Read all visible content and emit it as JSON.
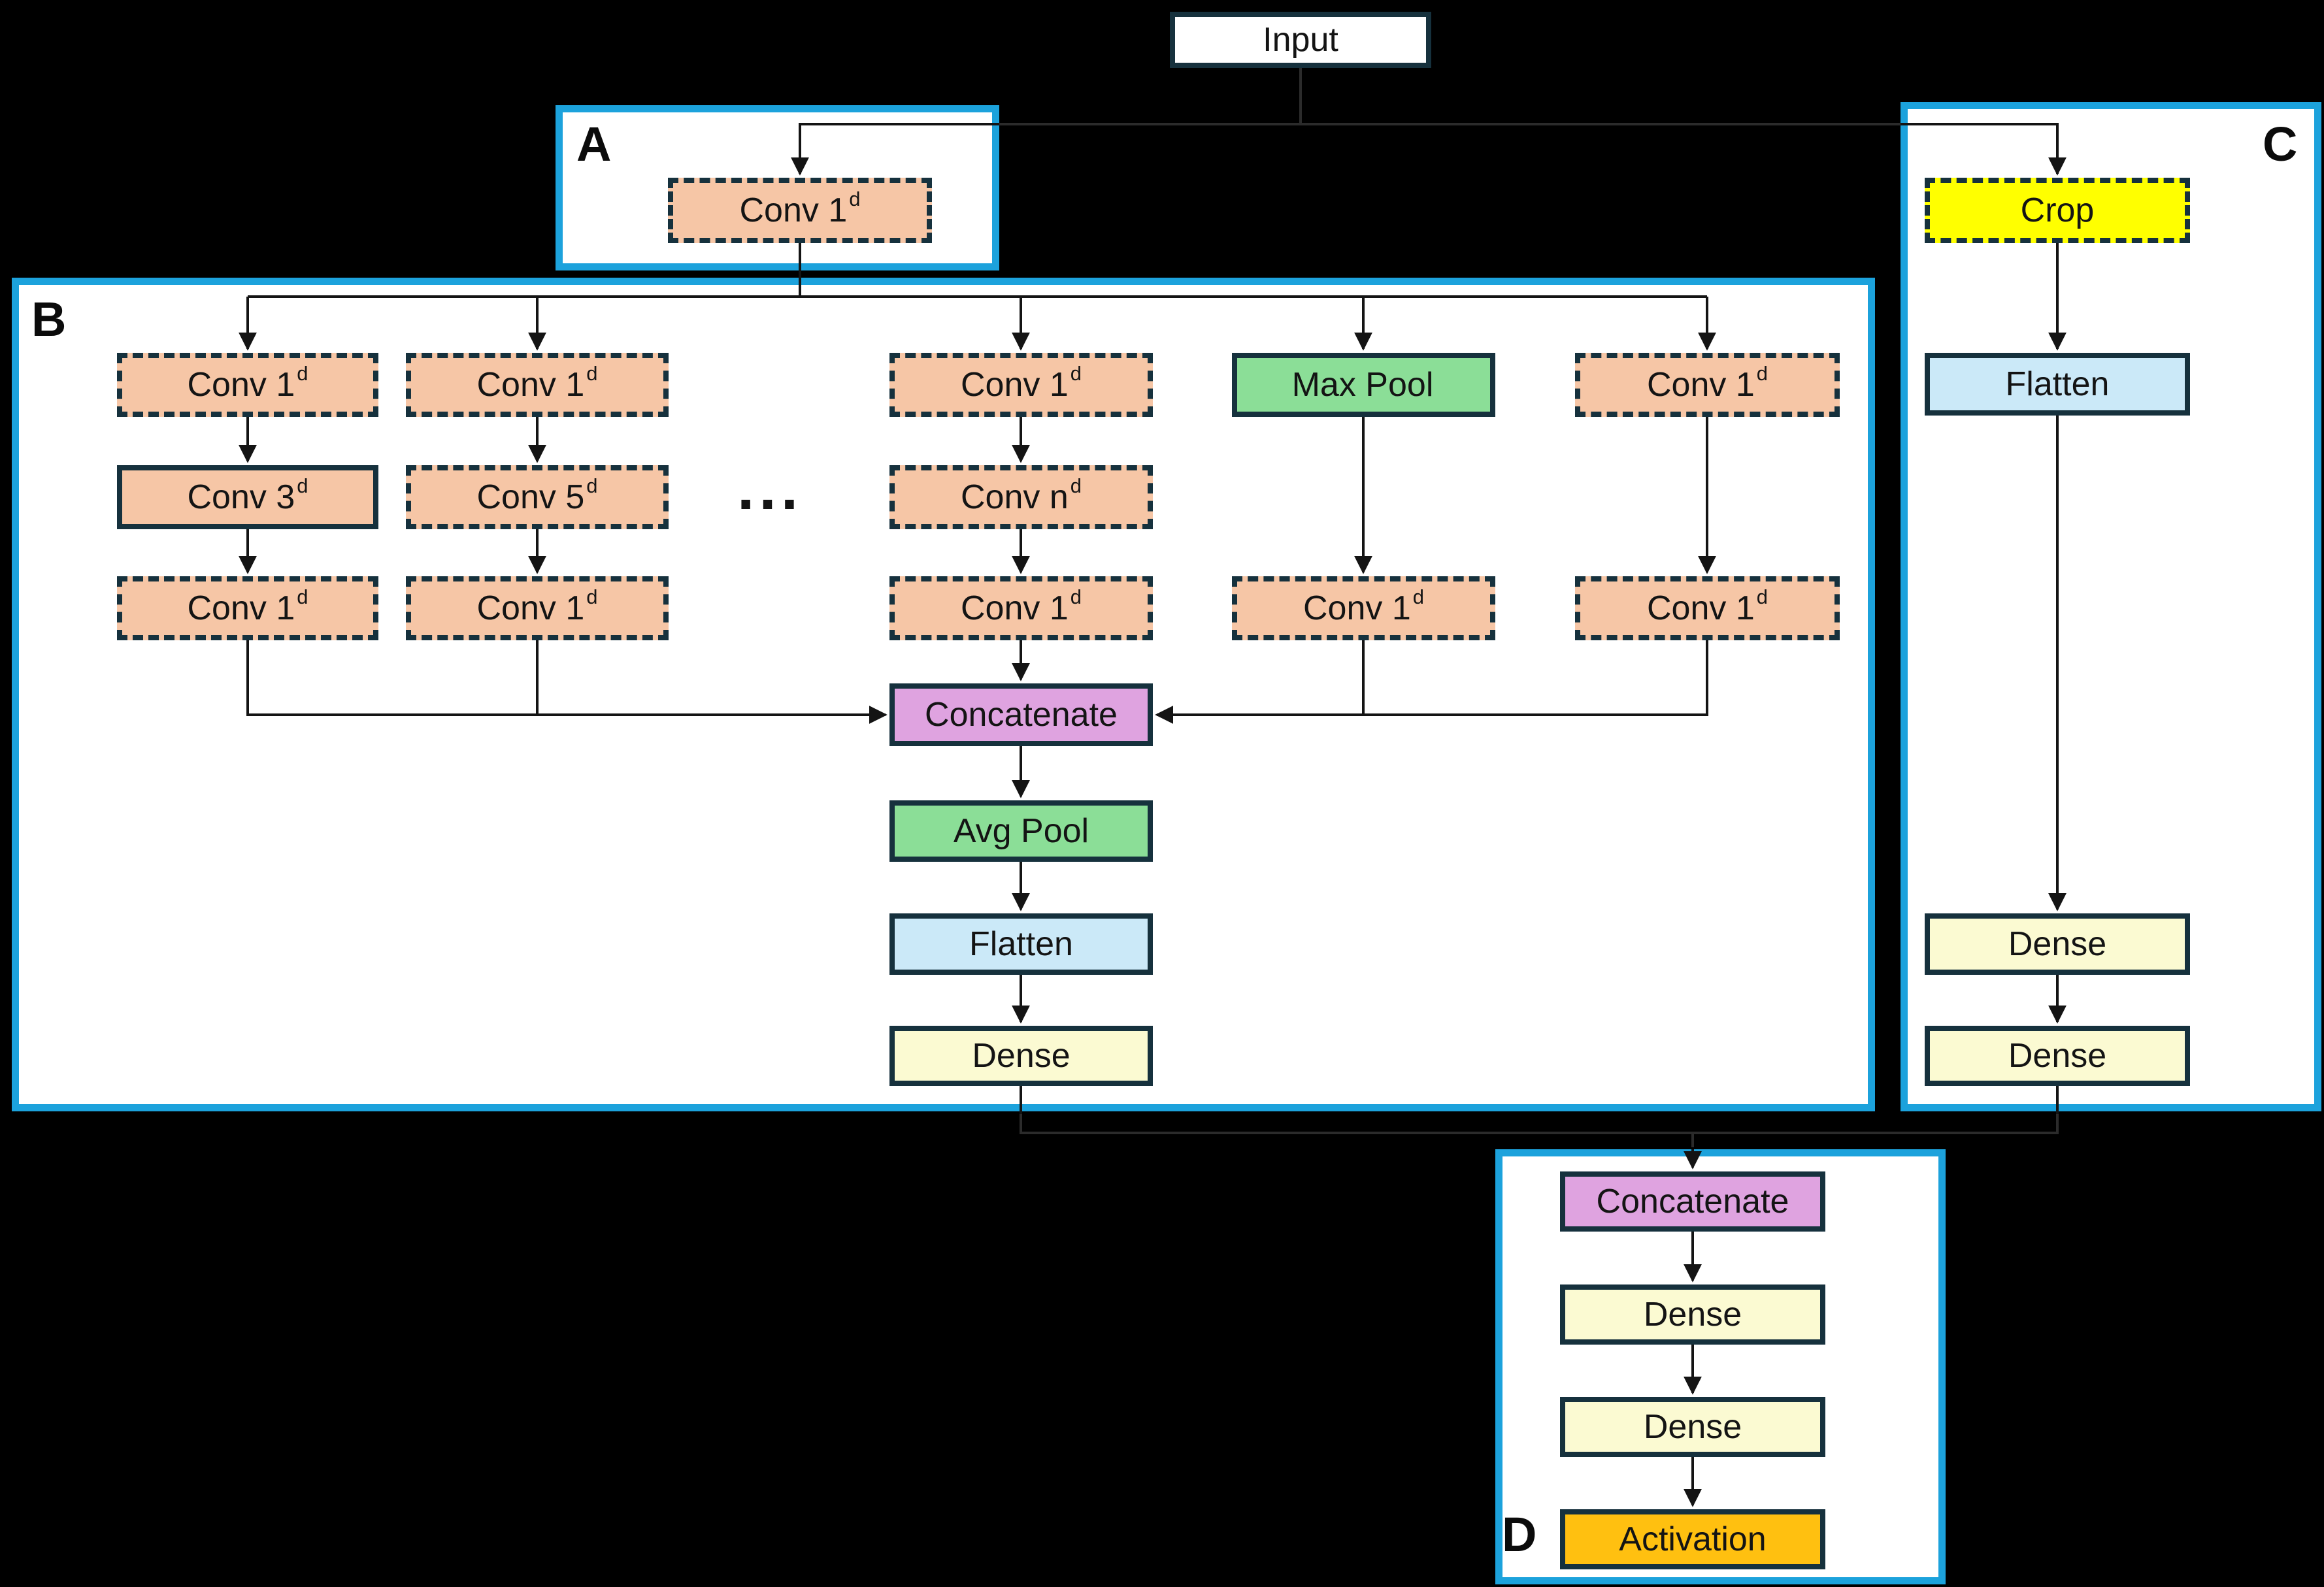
{
  "colors": {
    "background": "#000000",
    "panel_border": "#1CA2DC",
    "box_border": "#16313D",
    "connector": "#141414",
    "conv_fill": "#F6C6A6",
    "pool_fill": "#8BDE97",
    "concatenate_fill": "#DFA3E0",
    "flatten_fill": "#CBE9F8",
    "dense_fill": "#FBFAD2",
    "crop_fill": "#FFFF00",
    "activation_fill": "#FFC010",
    "input_fill": "#FFFFFF"
  },
  "input": {
    "label": "Input"
  },
  "panels": {
    "a": {
      "letter": "A",
      "conv": {
        "base": "Conv 1",
        "sup": "d"
      }
    },
    "b": {
      "letter": "B",
      "ellipsis": "...",
      "columns": [
        {
          "top": {
            "base": "Conv 1",
            "sup": "d"
          },
          "mid": {
            "base": "Conv 3",
            "sup": "d"
          },
          "bottom": {
            "base": "Conv 1",
            "sup": "d"
          }
        },
        {
          "top": {
            "base": "Conv 1",
            "sup": "d"
          },
          "mid": {
            "base": "Conv 5",
            "sup": "d"
          },
          "bottom": {
            "base": "Conv 1",
            "sup": "d"
          }
        },
        {
          "top": {
            "base": "Conv 1",
            "sup": "d"
          },
          "mid": {
            "base": "Conv n",
            "sup": "d"
          },
          "bottom": {
            "base": "Conv 1",
            "sup": "d"
          }
        },
        {
          "top": {
            "base": "Max Pool",
            "sup": ""
          },
          "bottom": {
            "base": "Conv 1",
            "sup": "d"
          }
        },
        {
          "top": {
            "base": "Conv 1",
            "sup": "d"
          },
          "bottom": {
            "base": "Conv 1",
            "sup": "d"
          }
        }
      ],
      "tail": {
        "concatenate": "Concatenate",
        "avg_pool": "Avg Pool",
        "flatten": "Flatten",
        "dense": "Dense"
      }
    },
    "c": {
      "letter": "C",
      "crop": "Crop",
      "flatten": "Flatten",
      "dense_1": "Dense",
      "dense_2": "Dense"
    },
    "d": {
      "letter": "D",
      "concatenate": "Concatenate",
      "dense_1": "Dense",
      "dense_2": "Dense",
      "activation": "Activation"
    }
  }
}
